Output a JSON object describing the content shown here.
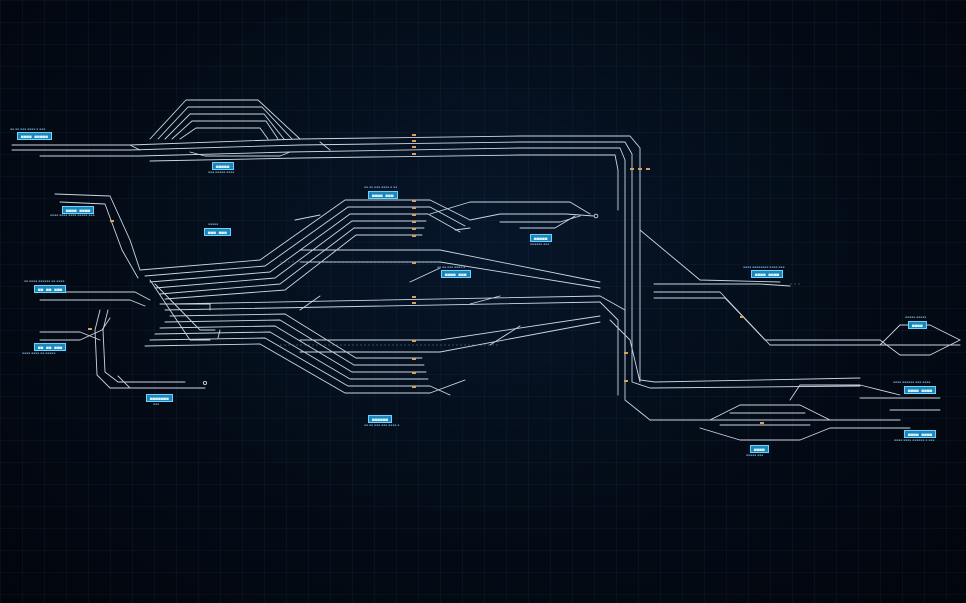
{
  "app": {
    "name": ""
  },
  "stations": [
    {
      "id": "nw",
      "name": "▄▄▄▄ ▄▄▄▄▄",
      "caption": "▪▪ ▪▪ ▪▪▪ ▪▪▪▪ ▪ ▪▪▪"
    },
    {
      "id": "top-center",
      "name": "▄▄▄▄▄",
      "caption": "▪▪▪ ▪▪▪▪▪ ▪▪▪▪"
    },
    {
      "id": "west-upper",
      "name": "▄▄▄▄ ▄▄▄▄",
      "caption": "▪▪▪▪ ▪▪▪▪ ▪▪▪▪ ▪▪▪▪▪ ▪▪▪"
    },
    {
      "id": "west-mid",
      "name": "▄▄ ▄▄  ▄▄▄",
      "caption": "▪▪ ▪▪▪▪ ▪▪▪▪▪▪ ▪▪ ▪▪▪▪"
    },
    {
      "id": "west-low",
      "name": "▄▄ ▄▄  ▄▄▄",
      "caption": "▪▪▪▪ ▪▪▪▪ ▪▪ ▪▪▪▪▪"
    },
    {
      "id": "west-yard",
      "name": "▄▄▄▄▄▄▄",
      "caption": "▪▪▪"
    },
    {
      "id": "center-left",
      "name": "▄▄▄ ▄▄▄",
      "caption": "▪▪▪▪▪"
    },
    {
      "id": "center-top",
      "name": "▄▄▄▄ ▄▄▄",
      "caption": "▪▪ ▪▪ ▪▪▪ ▪▪▪▪ ▪ ▪▪"
    },
    {
      "id": "center-right",
      "name": "▄▄▄▄ ▄▄▄",
      "caption": "▪▪ ▪▪ ▪▪▪ ▪▪▪▪ ▪"
    },
    {
      "id": "loop-east",
      "name": "▄▄▄▄▄",
      "caption": "▪▪▪▪▪▪ ▪▪▪"
    },
    {
      "id": "center-bottom",
      "name": "▄▄▄▄▄▄",
      "caption": "▪▪ ▪▪ ▪▪▪ ▪▪▪ ▪▪▪▪ ▪"
    },
    {
      "id": "east-mid",
      "name": "▄▄▄▄ ▄▄▄▄",
      "caption": "▪▪▪▪ ▪▪▪▪▪▪▪▪ ▪▪▪▪ ▪▪▪"
    },
    {
      "id": "far-east",
      "name": "▄▄▄▄",
      "caption": "▪▪▪▪▪ ▪▪▪▪▪"
    },
    {
      "id": "se-upper",
      "name": "▄▄▄▄ ▄▄▄▄",
      "caption": "▪▪▪▪ ▪▪▪▪▪▪ ▪▪▪ ▪▪▪▪"
    },
    {
      "id": "se-lower",
      "name": "▄▄▄▄ ▄▄▄▄",
      "caption": "▪▪▪▪ ▪▪▪▪ ▪▪▪▪▪▪ ▪ ▪▪▪"
    },
    {
      "id": "south-yard",
      "name": "▄▄▄▄",
      "caption": "▪▪▪▪▪ ▪▪▪"
    }
  ],
  "colors": {
    "track": "#c9d6e2",
    "signal": "#d8a060",
    "label_fill": "#1d86b8",
    "label_border": "#6fd3ff",
    "background": "#040b16"
  }
}
